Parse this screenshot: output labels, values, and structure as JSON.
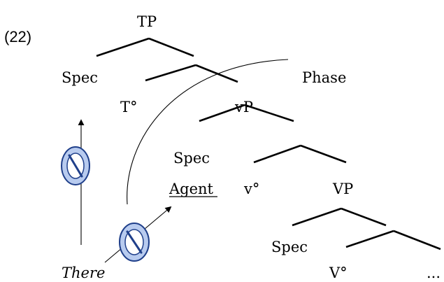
{
  "example_number": "(22)",
  "tree": {
    "root": "TP",
    "tp_spec": "Spec",
    "t_head": "T°",
    "phase": "Phase",
    "vp_small": "vP",
    "vp_spec": "Spec",
    "agent": "Agent",
    "v_small_head": "v°",
    "vp_big": "VP",
    "vp_big_spec": "Spec",
    "v_big_head": "V°",
    "ellipsis": "..."
  },
  "expletive": "There",
  "icons": {
    "blocked_upper": "prohibited-sign-icon",
    "blocked_lower": "prohibited-sign-icon"
  },
  "colors": {
    "prohibited_fill": "#b8cbef",
    "prohibited_stroke": "#1f3f8a"
  }
}
